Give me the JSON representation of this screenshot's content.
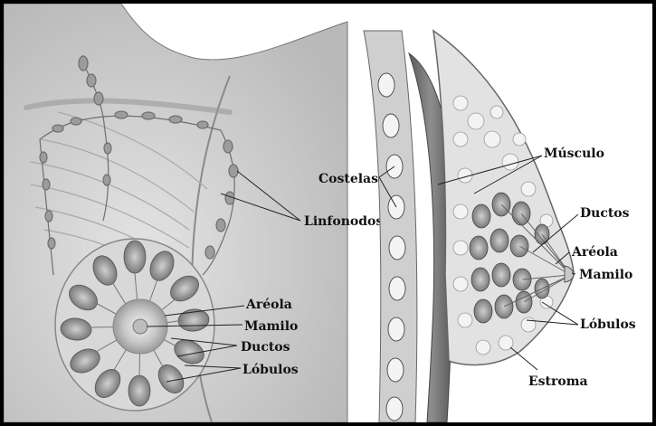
{
  "left_view": {
    "labels": {
      "lymph": "Linfonodos",
      "areola": "Aréola",
      "nipple": "Mamilo",
      "ducts": "Ductos",
      "lobules": "Lóbulos"
    }
  },
  "right_view": {
    "labels": {
      "ribs": "Costelas",
      "muscle": "Músculo",
      "ducts": "Ductos",
      "areola": "Aréola",
      "nipple": "Mamilo",
      "lobules": "Lóbulos",
      "stroma": "Estroma"
    }
  }
}
